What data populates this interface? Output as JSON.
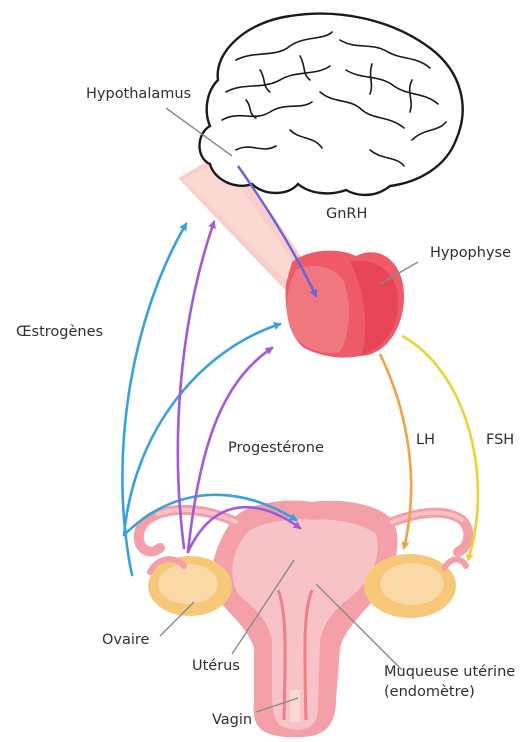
{
  "labels": {
    "hypothalamus": "Hypothalamus",
    "gnrh": "GnRH",
    "hypophyse": "Hypophyse",
    "oestrogenes": "Œstrogènes",
    "progesterone": "Progestérone",
    "lh": "LH",
    "fsh": "FSH",
    "ovaire": "Ovaire",
    "uterus": "Utérus",
    "muqueuse_line1": "Muqueuse utérine",
    "muqueuse_line2": "(endomètre)",
    "vagin": "Vagin"
  },
  "colors": {
    "oestrogen_arrow": "#3aa0e0",
    "progesterone_arrow": "#a45ad8",
    "hypothalamus_arrow": "#6a62d8",
    "lh_arrow": "#f0a24a",
    "fsh_arrow": "#eed23a",
    "pituitary": "#ee5a68",
    "uterus": "#f4a0a8",
    "ovary": "#f7c77a",
    "brain_outline": "#1a1a1a"
  }
}
